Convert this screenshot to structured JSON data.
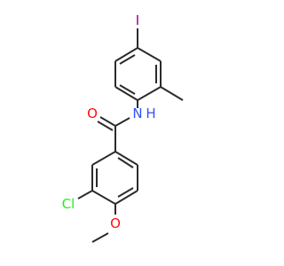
{
  "molecule": {
    "atoms": {
      "iodine": {
        "symbol": "I",
        "color": "#940094"
      },
      "nitrogen": {
        "symbol": "N",
        "color": "#3050f8"
      },
      "hydrogen_on_n": {
        "symbol": "H",
        "color": "#3050f8"
      },
      "carbonyl_oxygen": {
        "symbol": "O",
        "color": "#ff0d0d"
      },
      "chlorine": {
        "symbol": "Cl",
        "color": "#1ff01f"
      },
      "methoxy_oxygen": {
        "symbol": "O",
        "color": "#ff0d0d"
      }
    },
    "bond_color": "#2b2b2b",
    "background": "#ffffff"
  }
}
